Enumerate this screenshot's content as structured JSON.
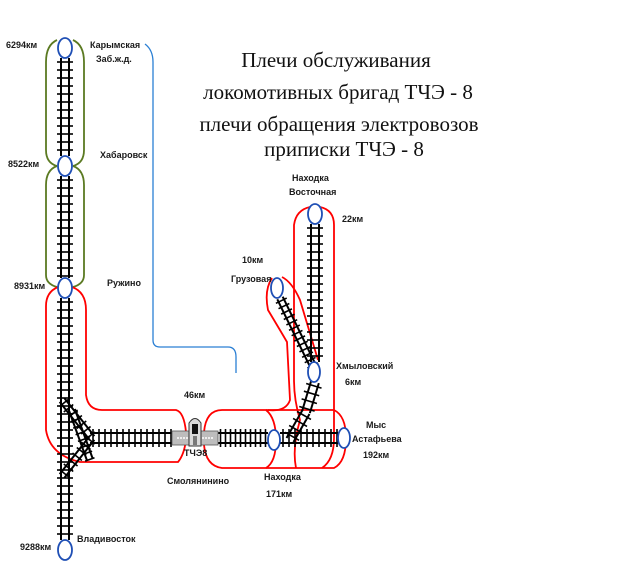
{
  "title": {
    "lines": [
      "Плечи обслуживания",
      "локомотивных бригад ТЧЭ - 8",
      "плечи обращения электровозов",
      "приписки ТЧЭ  - 8"
    ]
  },
  "colors": {
    "crew_loop": "#ff0000",
    "north_loop": "#5b7a22",
    "station": "#1f4fb5",
    "route_line": "#2a7fd4",
    "track": "#000000"
  },
  "stations": [
    {
      "id": "karymskaya",
      "name_lines": [
        "Карымская",
        "Заб.ж.д."
      ],
      "km": "6294км"
    },
    {
      "id": "khabarovsk",
      "name_lines": [
        "Хабаровск"
      ],
      "km": "8522км"
    },
    {
      "id": "ruzhino",
      "name_lines": [
        "Ружино"
      ],
      "km": "8931км"
    },
    {
      "id": "vladivostok",
      "name_lines": [
        "Владивосток"
      ],
      "km": "9288км"
    },
    {
      "id": "smolyaninovo",
      "name_lines": [
        "Смолянинино"
      ],
      "km": "46км",
      "depot": "ТЧЭ8"
    },
    {
      "id": "nakhodka",
      "name_lines": [
        "Находка"
      ],
      "km": "171км"
    },
    {
      "id": "mys-astafyeva",
      "name_lines": [
        "Мыс",
        "Астафьева"
      ],
      "km": "192км"
    },
    {
      "id": "nakhodka-vostochnaya",
      "name_lines": [
        "Находка",
        "Восточная"
      ],
      "km": "22км"
    },
    {
      "id": "gruzovaya",
      "name_lines": [
        "Грузовая"
      ],
      "km": "10км"
    },
    {
      "id": "khmylovsky",
      "name_lines": [
        "Хмыловский"
      ],
      "km": "6км"
    }
  ],
  "depot_label": "ТЧЭ8"
}
